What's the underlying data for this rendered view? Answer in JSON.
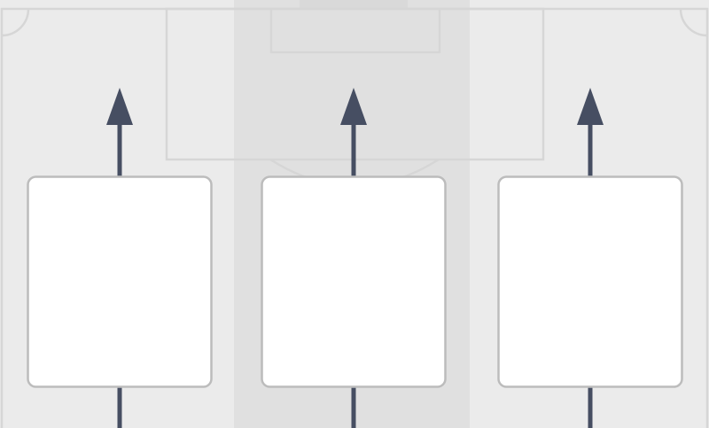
{
  "colors": {
    "turf_light": "#ebebeb",
    "turf_dark": "#e0e0e0",
    "line": "#d6d6d6",
    "goal": "#d9d9d9",
    "box_fill": "#ffffff",
    "box_stroke": "#bcbcbc",
    "arrow": "#464e62"
  },
  "lanes": [
    {
      "id": "left",
      "label": ""
    },
    {
      "id": "center",
      "label": ""
    },
    {
      "id": "right",
      "label": ""
    }
  ]
}
